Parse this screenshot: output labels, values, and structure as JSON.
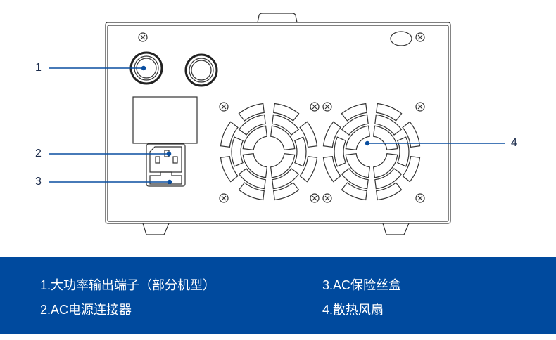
{
  "callouts": [
    "1",
    "2",
    "3",
    "4"
  ],
  "legend": [
    "1.大功率输出端子（部分机型）",
    "2.AC电源连接器",
    "3.AC保险丝盒",
    "4.散热风扇"
  ],
  "colors": {
    "band": "#004a9e",
    "callout_line": "#0a4fa0",
    "outline": "#333333"
  }
}
